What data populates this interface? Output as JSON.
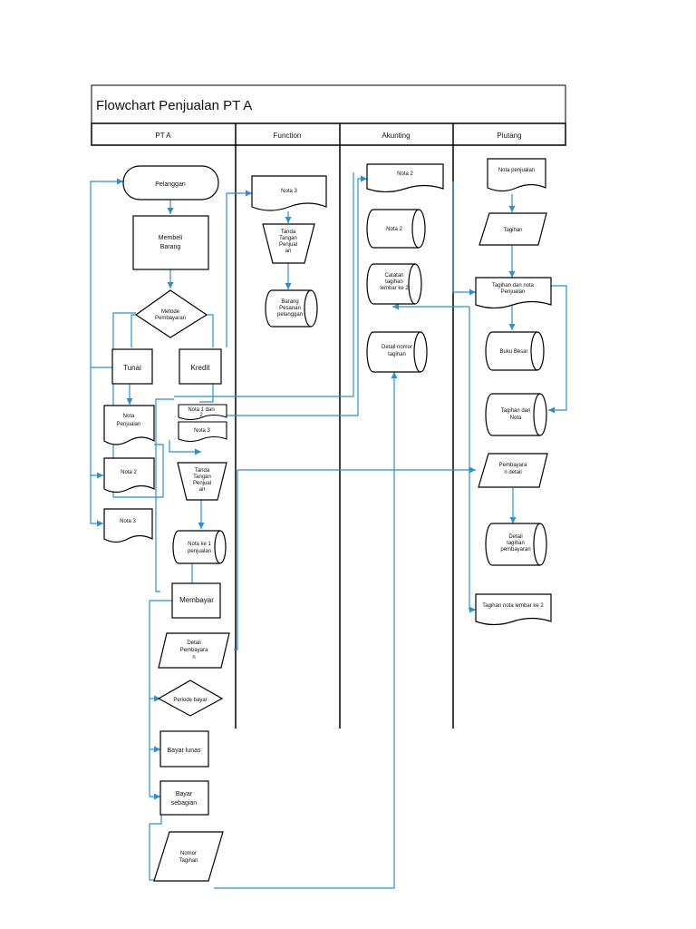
{
  "title": "Flowchart Penjualan PT A",
  "lanes": [
    "PT A",
    "Function",
    "Akunting",
    "Piutang"
  ],
  "colors": {
    "line": "#000000",
    "arrow": "#2b8fd6",
    "shape_fill": "#ffffff"
  },
  "nodes": {
    "pelanggan": "Pelanggan",
    "membeli_barang": [
      "Membeli",
      "Barang"
    ],
    "metode_pembayaran": [
      "Metode",
      "Pembayaran"
    ],
    "tunai": "Tunai",
    "kredit": "Kredit",
    "nota_penjualan_pta": [
      "Nota",
      "Penjualan"
    ],
    "nota2_pta": "Nota 2",
    "nota3_pta": "Nota 3",
    "nota_1_dan_2": [
      "Nota 1 dan",
      "2"
    ],
    "nota3_kredit": "Nota 3",
    "tanda_tangan_pta": [
      "Tanda",
      "Tangan",
      "Penjual",
      "an"
    ],
    "nota_ke1_penjualan": [
      "Nota ke 1",
      "penjualan"
    ],
    "membayar": "Membayar",
    "detail_pembayaran": [
      "Detail",
      "Pembayara",
      "n"
    ],
    "periode_bayar": "Periode bayar",
    "bayar_lunas": "Bayar lunas",
    "bayar_sebagian": [
      "Bayar",
      "sebagian"
    ],
    "nomor_tagihan": [
      "Nomor",
      "Tagihan"
    ],
    "nota3_function": "Nota 3",
    "tanda_tangan_function": [
      "Tanda",
      "Tangan",
      "Penjual",
      "an"
    ],
    "barang_pesanan": [
      "Barang",
      "Pesanan",
      "pelanggan"
    ],
    "nota2_doc_akunting": "Nota 2",
    "nota2_db_akunting": "Nota 2",
    "catatan_tagihan": [
      "Catatan",
      "tagihan",
      "lembar ke 2"
    ],
    "detail_nomor_tagihan": [
      "Detail nomor",
      "tagihan"
    ],
    "nota_penjualan_piutang": "Nota penjualan",
    "tagihan": "Tagihan",
    "tagihan_nota_penjualan": [
      "Tagihan dan nota",
      "Penjualan"
    ],
    "buku_besar": "Buku Besar",
    "tagihan_dan_nota": [
      "Tagihan dan",
      "Nota"
    ],
    "pembayaran_detail": [
      "Pembayara",
      "n detail"
    ],
    "detail_tagihan_pembayaran": [
      "Detail",
      "tagihan",
      "pembayaran"
    ],
    "tagihan_nota_lembar2": "Tagihan nota lembar ke 2"
  }
}
